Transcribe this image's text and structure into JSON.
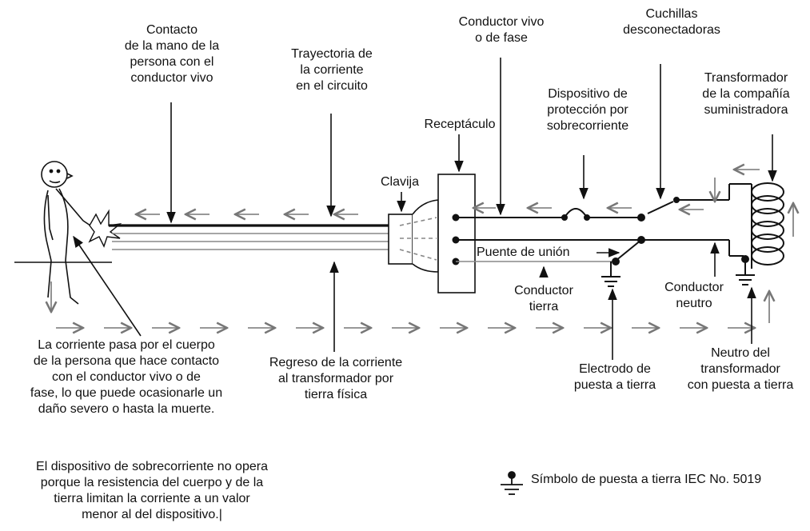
{
  "labels": {
    "contacto": [
      "Contacto",
      "de la mano de la",
      "persona con el",
      "conductor vivo"
    ],
    "trayectoria": [
      "Trayectoria de",
      "la corriente",
      "en el circuito"
    ],
    "conductor_vivo": [
      "Conductor vivo",
      "o de fase"
    ],
    "cuchillas": [
      "Cuchillas",
      "desconectadoras"
    ],
    "receptaculo": [
      "Receptáculo"
    ],
    "dispositivo": [
      "Dispositivo de",
      "protección por",
      "sobrecorriente"
    ],
    "transformador": [
      "Transformador",
      "de la compañía",
      "suministradora"
    ],
    "clavija": [
      "Clavija"
    ],
    "puente": [
      "Puente de unión"
    ],
    "conductor_tierra": [
      "Conductor",
      "tierra"
    ],
    "conductor_neutro": [
      "Conductor",
      "neutro"
    ],
    "corriente_pasa": [
      "La corriente pasa por el cuerpo",
      "de la persona que hace contacto",
      "con el conductor vivo o de",
      "fase, lo que puede ocasionarle un",
      "daño severo o hasta la muerte."
    ],
    "regreso": [
      "Regreso de la corriente",
      "al transformador por",
      "tierra física"
    ],
    "electrodo": [
      "Electrodo de",
      "puesta a tierra"
    ],
    "neutro_transformador": [
      "Neutro del",
      "transformador",
      "con puesta a tierra"
    ],
    "simbolo": [
      "Símbolo de puesta a tierra IEC No. 5019"
    ],
    "nota": [
      "El dispositivo de sobrecorriente no opera",
      "porque la resistencia del cuerpo y de la",
      "tierra limitan la corriente a un valor",
      "menor al del dispositivo.|"
    ]
  }
}
